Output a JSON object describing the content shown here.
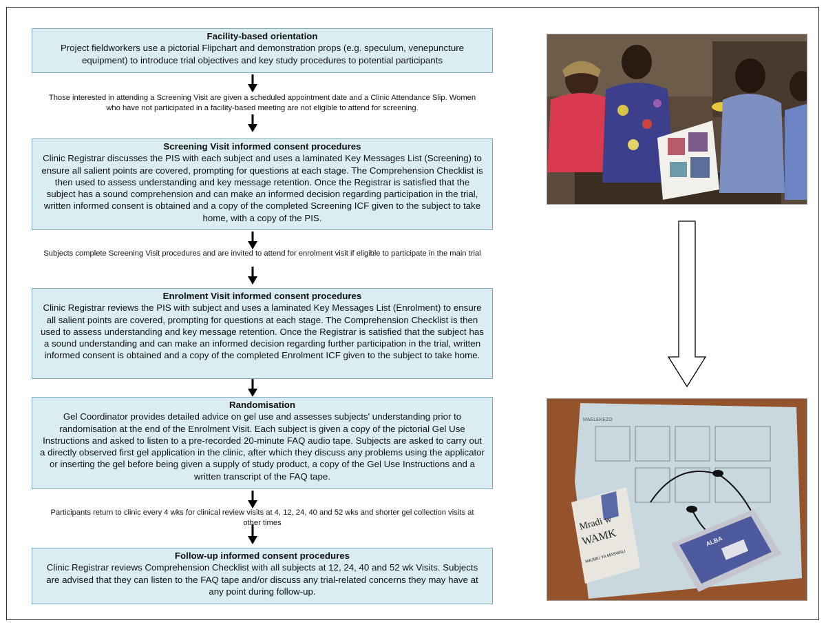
{
  "steps": [
    {
      "title": "Facility-based orientation",
      "body": "Project fieldworkers use a pictorial Flipchart and demonstration props (e.g. speculum, venepuncture equipment) to introduce trial objectives and key study procedures to potential participants"
    },
    {
      "title": "Screening Visit informed consent procedures",
      "body": "Clinic Registrar discusses the PIS with each subject and uses a laminated Key Messages List (Screening) to ensure all salient points are covered, prompting for questions at each stage. The Comprehension Checklist is then used to assess understanding and key message retention. Once the Registrar is satisfied that the subject has a sound comprehension and can make an informed decision regarding participation in the trial, written informed consent is obtained and a copy of the completed Screening ICF given to the subject to take home, with a copy of the PIS."
    },
    {
      "title": "Enrolment Visit informed consent procedures",
      "body": "Clinic Registrar reviews the PIS with subject and uses a laminated Key Messages List (Enrolment) to ensure all salient points are covered, prompting for questions at each stage. The Comprehension Checklist is then used to assess understanding and key message retention. Once the Registrar is satisfied that the subject has a sound understanding and can make an informed decision regarding further participation in the trial, written informed consent is obtained and a copy of the completed Enrolment ICF given to the subject to take home."
    },
    {
      "title": "Randomisation",
      "body": "Gel Coordinator provides detailed advice on gel use and assesses subjects' understanding prior to randomisation at the end of the Enrolment Visit. Each subject is given a copy of the pictorial Gel Use Instructions and asked to listen to a pre-recorded 20-minute FAQ audio tape. Subjects are asked to carry out a directly observed first gel application in the clinic, after which they discuss any problems using the applicator or inserting the gel before being given a supply of study product, a copy of the Gel Use Instructions and a written transcript of the FAQ tape."
    },
    {
      "title": "Follow-up informed consent procedures",
      "body": "Clinic Registrar reviews Comprehension Checklist with all subjects at 12, 24, 40 and 52 wk Visits. Subjects are advised that they can listen to the FAQ tape and/or discuss any trial-related concerns they may have at any point during follow-up."
    }
  ],
  "transitions": [
    "Those interested in attending a Screening Visit are given a scheduled appointment date and a Clinic Attendance Slip. Women who have not participated in a facility-based meeting are not eligible to attend for screening.",
    "Subjects complete Screening Visit procedures and are invited to attend for enrolment visit if eligible to participate in the main trial",
    "Participants return to clinic every 4 wks for clinical review visits at 4, 12, 24, 40 and 52 wks and shorter gel collection visits at other times"
  ],
  "photos": {
    "top_icon": "flipchart-meeting-photo",
    "bottom_icon": "gel-instructions-tape-player-photo",
    "sheet_heading": "MAELEKEZO",
    "tape_label_line1": "Mradi w",
    "tape_label_line2": "WAMK",
    "tape_label_line3": "MAJIBU YA MASWALI",
    "player_brand": "ALBA"
  },
  "colors": {
    "box_fill": "#daedf3",
    "box_border": "#7aa9b9",
    "arrow": "#000000"
  }
}
